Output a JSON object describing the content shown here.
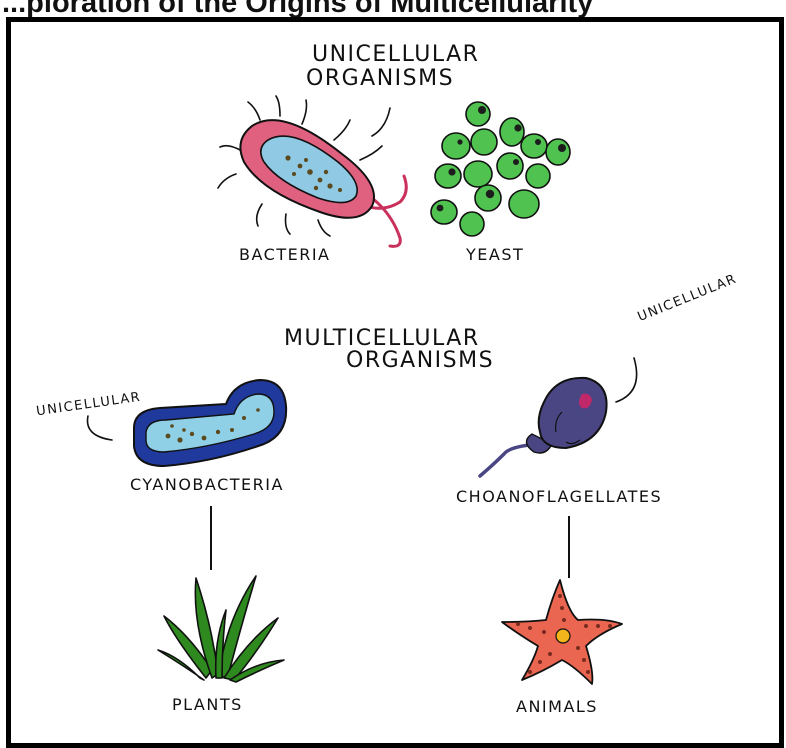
{
  "headline": "...ploration of the Origins of Multicellularity",
  "sections": {
    "unicellular_title_line1": "UNICELLULAR",
    "unicellular_title_line2": "ORGANISMS",
    "multicellular_title_line1": "MULTICELLULAR",
    "multicellular_title_line2": "ORGANISMS"
  },
  "organisms": {
    "bacteria": "BACTERIA",
    "yeast": "YEAST",
    "cyanobacteria": "CYANOBACTERIA",
    "choanoflagellates": "CHOANOFLAGELLATES",
    "plants": "PLANTS",
    "animals": "ANIMALS"
  },
  "annotations": {
    "cyanobacteria_note": "UNICELLULAR",
    "choanoflagellates_note": "UNICELLULAR"
  },
  "colors": {
    "bacteria_outer": "#e0607f",
    "bacteria_inner": "#8fc9e4",
    "yeast": "#4fc24f",
    "cyanobacteria_outer": "#1f3a9c",
    "cyanobacteria_inner": "#8fd0e6",
    "choanoflagellate": "#4a4684",
    "plant": "#2e8a1e",
    "starfish": "#ea6650",
    "ink": "#111111"
  }
}
